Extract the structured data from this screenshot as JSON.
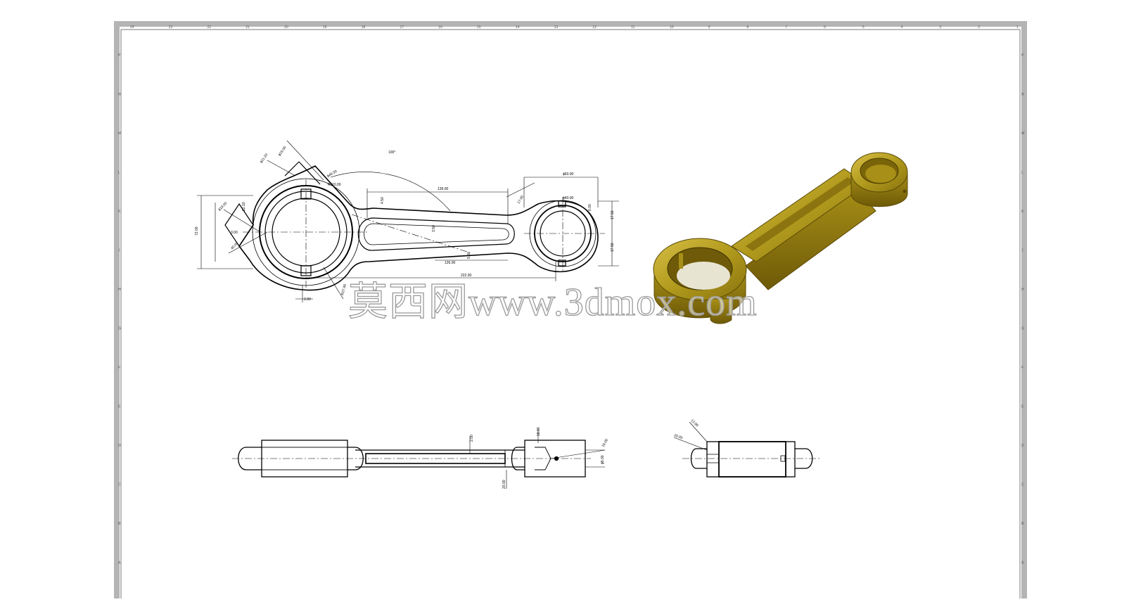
{
  "title_block": {
    "top_zone_numbers": [
      "24",
      "23",
      "22",
      "21",
      "20",
      "19",
      "18",
      "17",
      "16",
      "15",
      "14",
      "13",
      "12",
      "11",
      "10",
      "9",
      "8",
      "7",
      "6",
      "5",
      "4",
      "3",
      "2",
      "1"
    ],
    "side_zone_letters": [
      "P",
      "N",
      "M",
      "L",
      "K",
      "J",
      "H",
      "G",
      "F",
      "E",
      "D",
      "C",
      "B",
      "A"
    ]
  },
  "front_view": {
    "dims": {
      "d_a": "ϕ11.20",
      "d_b": "ϕ15.00",
      "d_c": "ϕ46.00",
      "r_big": "R110.00",
      "ang": "100°",
      "len_a": "139.00",
      "d_small": "ϕ60.00",
      "d_small_in": "ϕ40.00",
      "h_left": "72.00",
      "w_left": "22.10",
      "d_left": "ϕ19.00",
      "t_left": "3.00",
      "h_rad": "40.00",
      "rib_a": "4.50",
      "rib_b": "3.50",
      "rib_c": "5.00",
      "len_b": "126.00",
      "len_total": "222.00",
      "r_end": "17.00",
      "h_right_a": "17.50",
      "h_right_b": "17.50",
      "bot_c": "2.00",
      "r_low": "R27.00",
      "dep": "6.00"
    }
  },
  "side_view": {
    "dims": {
      "web": "2.00",
      "boss_a": "18.00",
      "boss_b": "15.00",
      "hole": "ϕ5.00",
      "depth": "20.00"
    }
  },
  "end_view": {
    "dims": {
      "chamf_a": "12.00",
      "chamf_b": "20.00"
    }
  },
  "colors": {
    "part_base": "#b29a1c",
    "part_dark": "#6f5a08",
    "part_light": "#d9c24b",
    "frame": "#b4b4b4",
    "line": "#000000"
  },
  "watermark": {
    "text": "莫西网www.3dmox.com"
  }
}
